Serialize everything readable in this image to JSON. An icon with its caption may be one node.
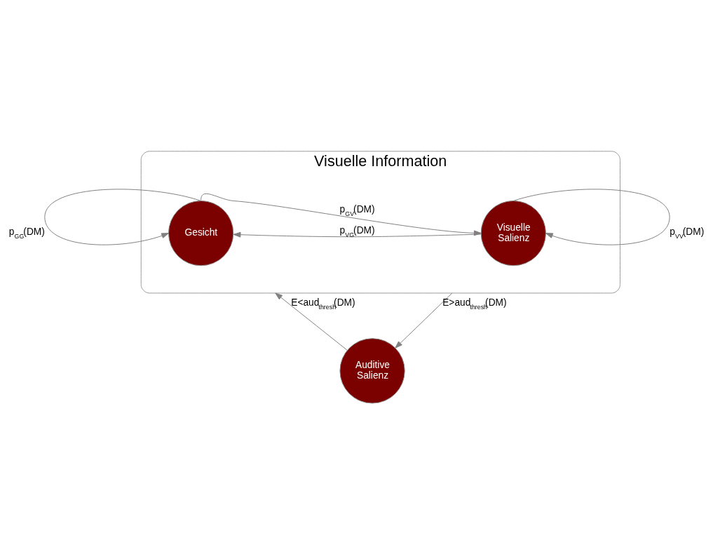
{
  "diagram": {
    "nodes": [
      {
        "text": [
          "Visuelle Information"
        ]
      },
      {
        "text": [
          "Gesicht"
        ],
        "in": 0
      },
      {
        "text": [
          "Visuelle Salienz"
        ],
        "in": 0
      },
      {
        "text": [
          "Auditive Salienz"
        ]
      }
    ],
    "edges": [
      {
        "from": 1,
        "to": 1,
        "arrow": "to",
        "label": "p$_{GG}$(DM)"
      },
      {
        "from": 1,
        "to": 2,
        "arrow": "to",
        "label": "p$_{GV}$(DM)"
      },
      {
        "from": 2,
        "to": 2,
        "arrow": "to",
        "label": "p$_{VV}$(DM)"
      },
      {
        "from": 2,
        "to": 1,
        "arrow": "to",
        "label": "p$_{VG}$(DM)"
      },
      {
        "from": 0,
        "to": 3,
        "arrow": "to",
        "label": "E>aud$_{thresh}$(DM)"
      },
      {
        "from": 3,
        "to": 0,
        "arrow": "to",
        "label": "E<aud$_{thresh}$(DM)"
      }
    ]
  }
}
